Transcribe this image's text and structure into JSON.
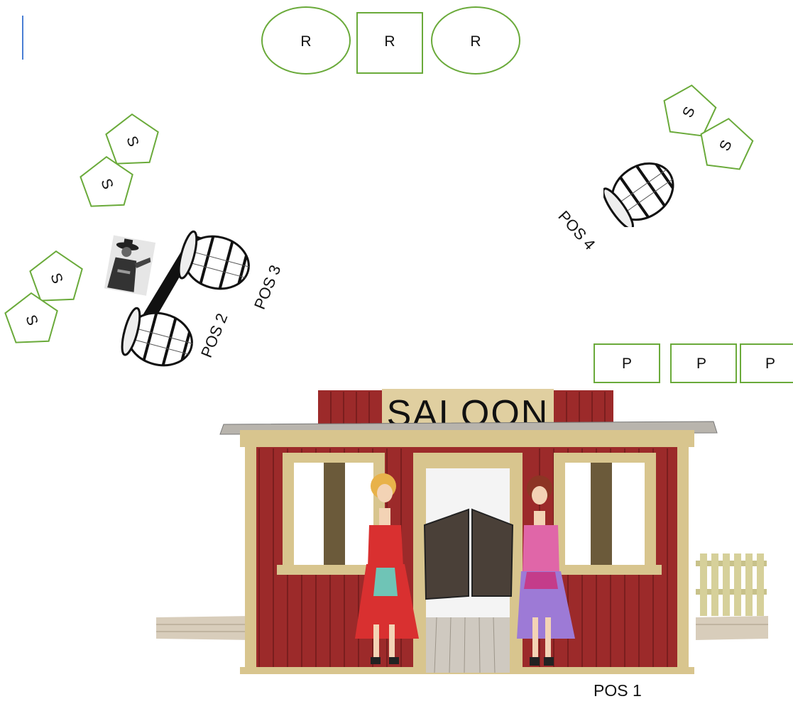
{
  "colors": {
    "shape_stroke": "#6aaa3a",
    "caret": "#4a7fd4",
    "wall": "#9c2a2a",
    "trim": "#d8c58e",
    "sign_bg": "#e0cfa0"
  },
  "reserved": [
    {
      "label": "R"
    },
    {
      "label": "R"
    },
    {
      "label": "R"
    }
  ],
  "players": [
    {
      "label": "P"
    },
    {
      "label": "P"
    },
    {
      "label": "P"
    }
  ],
  "shooters": [
    {
      "label": "S"
    },
    {
      "label": "S"
    },
    {
      "label": "S"
    },
    {
      "label": "S"
    },
    {
      "label": "S"
    },
    {
      "label": "S"
    }
  ],
  "positions": {
    "pos1": "POS 1",
    "pos2": "POS 2",
    "pos3": "POS 3",
    "pos4": "POS 4"
  },
  "saloon": {
    "sign": "SALOON"
  },
  "icons": [
    "barrel-icon",
    "cowboy-figure-icon",
    "saloon-building-icon",
    "saloon-girl-figure-icon",
    "fence-icon"
  ]
}
